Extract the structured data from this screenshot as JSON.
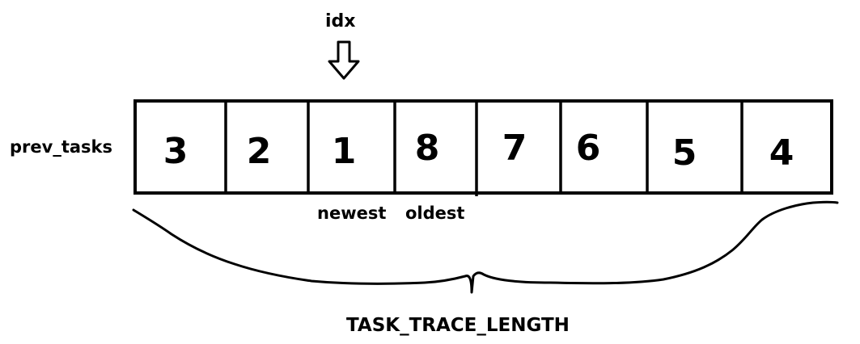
{
  "pointer": {
    "label": "idx",
    "arrow_icon": "down-arrow-icon"
  },
  "array": {
    "name": "prev_tasks",
    "cells": [
      "3",
      "2",
      "1",
      "8",
      "7",
      "6",
      "5",
      "4"
    ],
    "pointer_index": 2
  },
  "annotations": {
    "newest": "newest",
    "oldest": "oldest"
  },
  "brace": {
    "icon": "curly-brace-icon",
    "label": "TASK_TRACE_LENGTH"
  }
}
